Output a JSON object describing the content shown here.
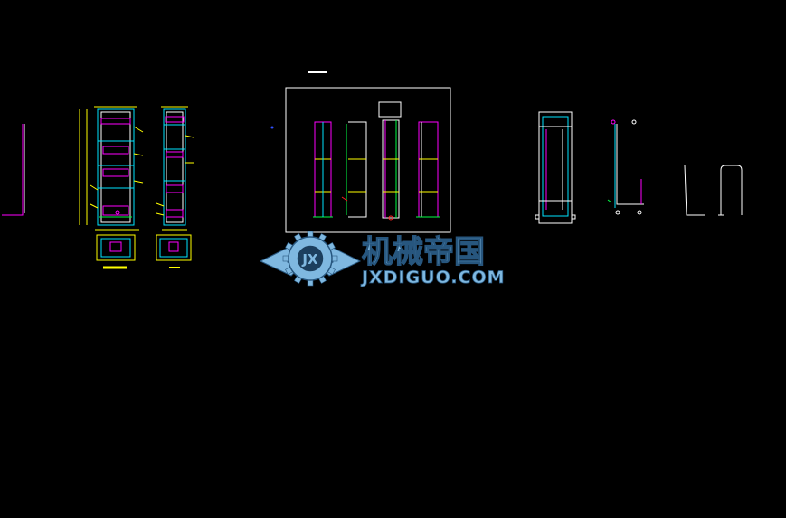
{
  "drawing": {
    "background": "#000000",
    "colors": {
      "white": "#ffffff",
      "cyan": "#00e5ff",
      "yellow": "#ffff00",
      "magenta": "#ff00ff",
      "green": "#00ff44",
      "red": "#ff2020",
      "blue": "#3050ff"
    }
  },
  "watermark": {
    "title": "机械帝国",
    "domain": "JXDIGUO.COM",
    "emblem_letters": "JX",
    "color_main": "#7fb8e0",
    "color_dark": "#27567e"
  }
}
